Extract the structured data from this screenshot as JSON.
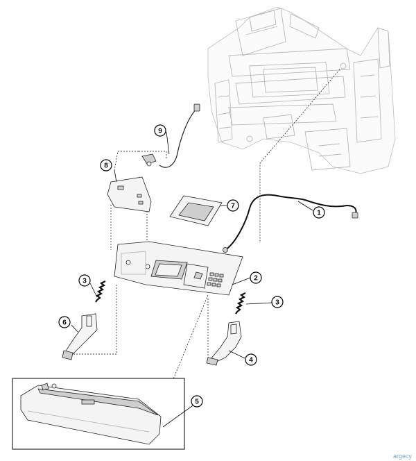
{
  "callouts": [
    {
      "id": "callout-1",
      "label": "1"
    },
    {
      "id": "callout-2",
      "label": "2"
    },
    {
      "id": "callout-3a",
      "label": "3"
    },
    {
      "id": "callout-3b",
      "label": "3"
    },
    {
      "id": "callout-4",
      "label": "4"
    },
    {
      "id": "callout-5",
      "label": "5"
    },
    {
      "id": "callout-6",
      "label": "6"
    },
    {
      "id": "callout-7",
      "label": "7"
    },
    {
      "id": "callout-8",
      "label": "8"
    },
    {
      "id": "callout-9",
      "label": "9"
    }
  ],
  "watermark": "argecy"
}
